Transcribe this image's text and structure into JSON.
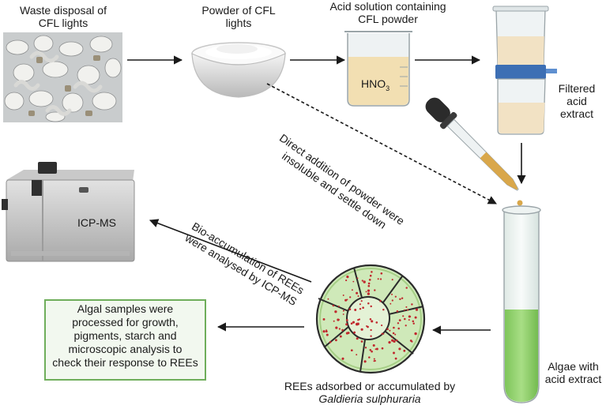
{
  "labels": {
    "waste": [
      "Waste disposal of",
      "CFL lights"
    ],
    "powder": [
      "Powder of CFL",
      "lights"
    ],
    "acid": [
      "Acid solution containing",
      "CFL powder"
    ],
    "filtered": [
      "Filtered",
      "acid",
      "extract"
    ],
    "direct": [
      "Direct addition of powder were",
      "insoluble and settle down"
    ],
    "bio": [
      "Bio-accumulation of REEs",
      "were analysed by ICP-MS"
    ],
    "icp": "ICP-MS",
    "hno3_main": "HNO",
    "hno3_sub": "3",
    "algae": [
      "Algae with",
      "acid extract"
    ],
    "rees": "REEs adsorbed or accumulated by",
    "species": "Galdieria sulphuraria",
    "processed": [
      "Algal samples were",
      "processed for growth,",
      "pigments, starch and",
      "microscopic analysis to",
      "check their response to REEs"
    ]
  },
  "icons": [
    "cfl-waste-photo-icon",
    "powder-bowl-icon",
    "beaker-icon",
    "filter-unit-icon",
    "dropper-icon",
    "test-tube-icon",
    "icp-ms-instrument-icon",
    "algae-cell-dish-icon"
  ],
  "colors": {
    "box_border": "#6fae5b",
    "box_fill": "#f2f8ef",
    "algae_green": "#8fd16b",
    "dish_green": "#cfe9b9",
    "dots_red": "#c0282d",
    "filter_blue": "#3d6fb4",
    "liquid": "#f3e3c0"
  }
}
